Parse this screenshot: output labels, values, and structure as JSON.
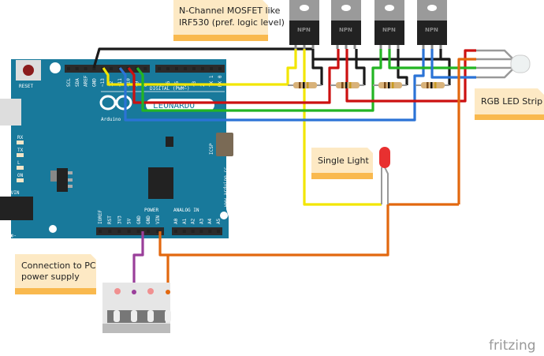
{
  "notes": {
    "mosfet": [
      "N-Channel MOSFET like",
      "IRF530 (pref. logic level)"
    ],
    "rgb_strip": "RGB LED Strip",
    "single_light": "Single Light",
    "power_supply": [
      "Connection to PC",
      "power supply"
    ]
  },
  "mosfet_label": "NPN",
  "arduino": {
    "reset": "RESET",
    "brand": "Arduino",
    "model": "LEONARDO",
    "digital_label": "DIGITAL (PWM~)",
    "top_pins_left": [
      "SCL",
      "SDA",
      "AREF",
      "GND",
      "~13",
      "12",
      "~11",
      "~10",
      "~9",
      "8"
    ],
    "top_pins_right": [
      "7",
      "~6",
      "~5",
      "4",
      "~3",
      "2",
      "TX 1",
      "RX 0"
    ],
    "leds": [
      "RX",
      "TX",
      "L",
      "ON"
    ],
    "vin": "+VIN",
    "icsp": "ICSP",
    "power": "POWER",
    "analog_in": "ANALOG IN",
    "power_pins": [
      "IOREF",
      "RST",
      "3V3",
      "5V",
      "GND",
      "GND",
      "VIN"
    ],
    "analog_pins": [
      "A0",
      "A1",
      "A2",
      "A3",
      "A4",
      "A5"
    ],
    "website": "www.arduino.cc",
    "made_in": "MADE IN ITALY"
  },
  "watermark": "fritzing",
  "colors": {
    "board": "#18799b",
    "wire_yellow": "#f2e600",
    "wire_red": "#cc1010",
    "wire_green": "#23b523",
    "wire_blue": "#2b73d6",
    "wire_black": "#1a1a1a",
    "wire_orange": "#e2680f",
    "wire_purple": "#9a3f9a"
  }
}
